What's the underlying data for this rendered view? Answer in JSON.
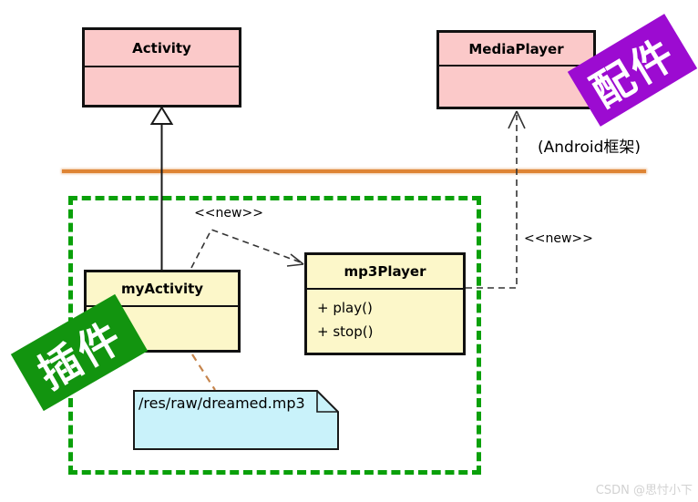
{
  "classes": {
    "activity": {
      "name": "Activity"
    },
    "mediaplayer": {
      "name": "MediaPlayer"
    },
    "myactivity": {
      "name": "myActivity"
    },
    "mp3player": {
      "name": "mp3Player",
      "methods": [
        "+ play()",
        "+ stop()"
      ]
    }
  },
  "note": {
    "text": "/res/raw/dreamed.mp3"
  },
  "labels": {
    "new_left": "<<new>>",
    "new_right": "<<new>>",
    "android_framework": "(Android框架)"
  },
  "banners": {
    "plugin": {
      "text": "插件",
      "color": "#12940F"
    },
    "accessory": {
      "text": "配件",
      "color": "#9C0BD1"
    }
  },
  "watermark": "CSDN @思忖小下",
  "colors": {
    "class_pink": "#FBC9C9",
    "class_yellow": "#FCF7C9",
    "note_cyan": "#C9F2FA",
    "separator_orange": "#DE8434",
    "boundary_green": "#0AA00A"
  }
}
